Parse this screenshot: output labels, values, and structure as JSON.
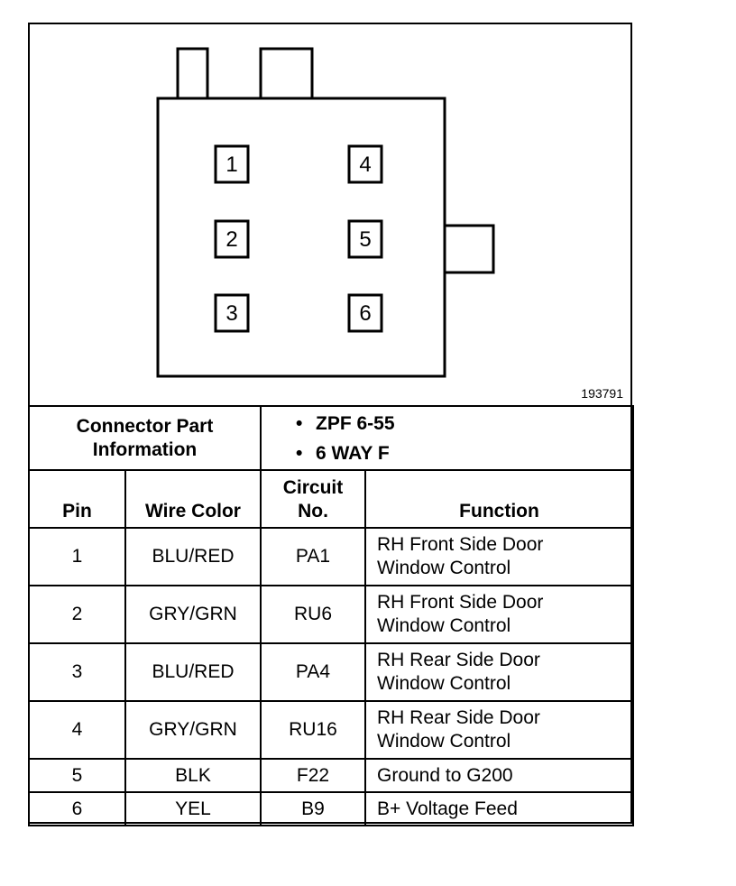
{
  "figure_number": "193791",
  "connector": {
    "pins": [
      "1",
      "2",
      "3",
      "4",
      "5",
      "6"
    ]
  },
  "part_info": {
    "label_line1": "Connector Part",
    "label_line2": "Information",
    "items": [
      "ZPF 6-55",
      "6 WAY F"
    ],
    "bullet": "•"
  },
  "table": {
    "headers": {
      "pin": "Pin",
      "wire_color": "Wire Color",
      "circuit_line1": "Circuit",
      "circuit_line2": "No.",
      "function": "Function"
    },
    "rows": [
      {
        "pin": "1",
        "wire": "BLU/RED",
        "circuit": "PA1",
        "function_line1": "RH Front Side Door",
        "function_line2": "Window Control"
      },
      {
        "pin": "2",
        "wire": "GRY/GRN",
        "circuit": "RU6",
        "function_line1": "RH Front Side Door",
        "function_line2": "Window Control"
      },
      {
        "pin": "3",
        "wire": "BLU/RED",
        "circuit": "PA4",
        "function_line1": "RH Rear Side Door",
        "function_line2": "Window Control"
      },
      {
        "pin": "4",
        "wire": "GRY/GRN",
        "circuit": "RU16",
        "function_line1": "RH Rear Side Door",
        "function_line2": "Window Control"
      },
      {
        "pin": "5",
        "wire": "BLK",
        "circuit": "F22",
        "function_line1": "Ground to G200",
        "function_line2": ""
      },
      {
        "pin": "6",
        "wire": "YEL",
        "circuit": "B9",
        "function_line1": "B+ Voltage Feed",
        "function_line2": ""
      }
    ]
  }
}
